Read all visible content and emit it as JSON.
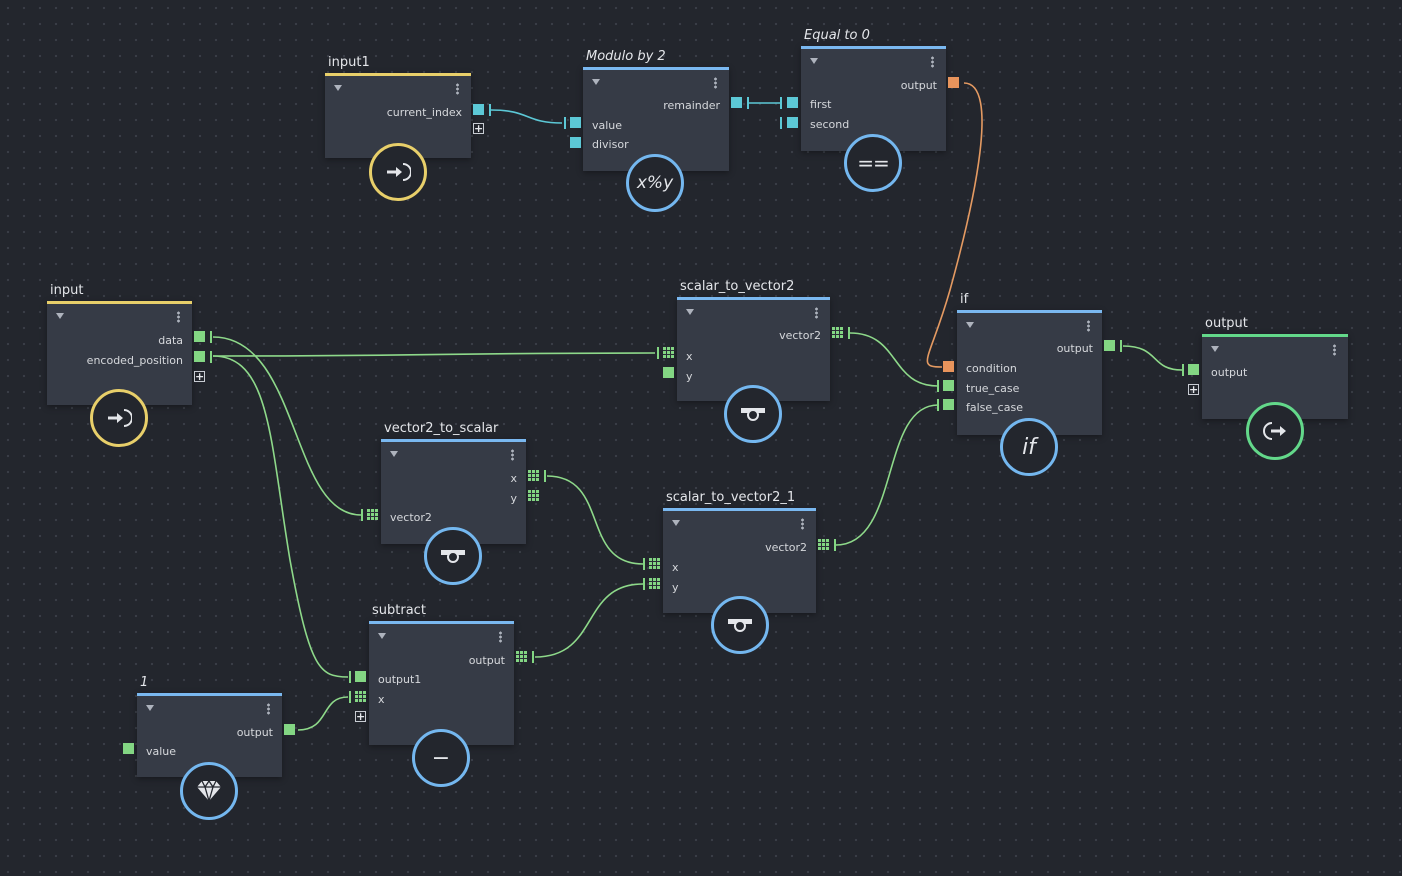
{
  "nodes": {
    "input1": {
      "title": "input1",
      "out": [
        "current_index"
      ],
      "icon": "enter-arrow-icon"
    },
    "modulo": {
      "title": "Modulo by 2",
      "out": [
        "remainder"
      ],
      "in": [
        "value",
        "divisor"
      ],
      "icon_text": "x%y"
    },
    "equal": {
      "title": "Equal to 0",
      "out": [
        "output"
      ],
      "in": [
        "first",
        "second"
      ],
      "icon_text": "=="
    },
    "input": {
      "title": "input",
      "out": [
        "data",
        "encoded_position"
      ],
      "icon": "enter-arrow-icon"
    },
    "s2v": {
      "title": "scalar_to_vector2",
      "out": [
        "vector2"
      ],
      "in": [
        "x",
        "y"
      ],
      "icon": "vector-icon"
    },
    "ifnode": {
      "title": "if",
      "out": [
        "output"
      ],
      "in": [
        "condition",
        "true_case",
        "false_case"
      ],
      "icon_text": "if"
    },
    "output": {
      "title": "output",
      "in": [
        "output"
      ],
      "icon": "exit-arrow-icon"
    },
    "v2s": {
      "title": "vector2_to_scalar",
      "out": [
        "x",
        "y"
      ],
      "in": [
        "vector2"
      ],
      "icon": "vector-icon"
    },
    "s2v1": {
      "title": "scalar_to_vector2_1",
      "out": [
        "vector2"
      ],
      "in": [
        "x",
        "y"
      ],
      "icon": "vector-icon"
    },
    "subtract": {
      "title": "subtract",
      "out": [
        "output"
      ],
      "in": [
        "output1",
        "x"
      ],
      "icon_text": "−"
    },
    "one": {
      "title": "1",
      "out": [
        "output"
      ],
      "in": [
        "value"
      ],
      "icon": "gem-icon"
    }
  },
  "colors": {
    "cyan": "#5cc8d6",
    "green": "#83d683",
    "orange": "#e8945c",
    "blue": "#74b7ef",
    "yellow": "#e8cf6a",
    "output_green": "#63d88a"
  }
}
